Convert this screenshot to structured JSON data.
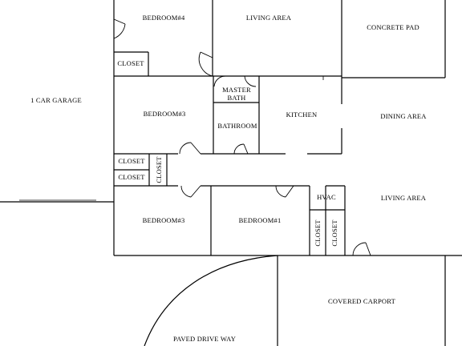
{
  "rooms": {
    "bedroom4": "BEDROOM#4",
    "living_top": "LIVING AREA",
    "concrete_pad": "CONCRETE PAD",
    "closet_b4": "CLOSET",
    "garage": "1 CAR GARAGE",
    "master_bath_1": "MASTER",
    "master_bath_2": "BATH",
    "bedroom3_upper": "BEDROOM#3",
    "bathroom": "BATHROOM",
    "kitchen": "KITCHEN",
    "dining": "DINING AREA",
    "closet_a": "CLOSET",
    "closet_b": "CLOSET",
    "closet_vertical": "CLOSET",
    "hvac": "HVAC",
    "living_right": "LIVING AREA",
    "bedroom3_lower": "BEDROOM#3",
    "bedroom1": "BEDROOM#1",
    "closet_v2": "CLOSET",
    "closet_v3": "CLOSET",
    "carport": "COVERED CARPORT",
    "driveway": "PAVED DRIVE WAY"
  }
}
